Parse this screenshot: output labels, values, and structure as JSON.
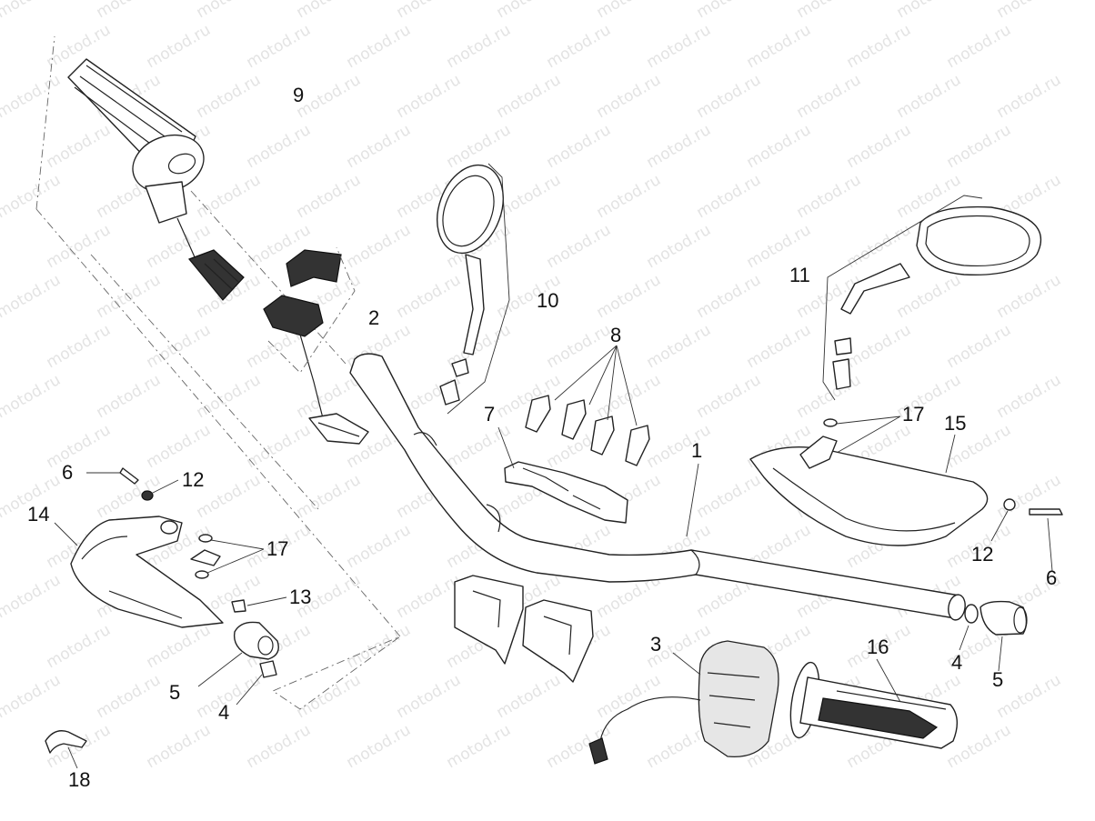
{
  "watermark": {
    "text": "motod.ru"
  },
  "colors": {
    "line": "#222222",
    "background": "#ffffff",
    "watermark": "#e3e3e3"
  },
  "labels": [
    {
      "id": "lbl-9",
      "text": "9",
      "part": "throttle-grip"
    },
    {
      "id": "lbl-2",
      "text": "2",
      "part": "left-switch-housing"
    },
    {
      "id": "lbl-10",
      "text": "10",
      "part": "left-mirror"
    },
    {
      "id": "lbl-8",
      "text": "8",
      "part": "clamp-screws"
    },
    {
      "id": "lbl-11",
      "text": "11",
      "part": "right-mirror"
    },
    {
      "id": "lbl-17a",
      "text": "17",
      "part": "washer"
    },
    {
      "id": "lbl-15",
      "text": "15",
      "part": "right-hand-guard"
    },
    {
      "id": "lbl-7",
      "text": "7",
      "part": "upper-clamp"
    },
    {
      "id": "lbl-1",
      "text": "1",
      "part": "handlebar"
    },
    {
      "id": "lbl-6a",
      "text": "6",
      "part": "bolt"
    },
    {
      "id": "lbl-12a",
      "text": "12",
      "part": "spacer"
    },
    {
      "id": "lbl-14",
      "text": "14",
      "part": "left-hand-guard"
    },
    {
      "id": "lbl-17b",
      "text": "17",
      "part": "washer"
    },
    {
      "id": "lbl-13",
      "text": "13",
      "part": "screw"
    },
    {
      "id": "lbl-5a",
      "text": "5",
      "part": "bar-end-weight"
    },
    {
      "id": "lbl-4a",
      "text": "4",
      "part": "bar-end-insert"
    },
    {
      "id": "lbl-3",
      "text": "3",
      "part": "right-switch-housing"
    },
    {
      "id": "lbl-16",
      "text": "16",
      "part": "left-grip"
    },
    {
      "id": "lbl-12b",
      "text": "12",
      "part": "spacer"
    },
    {
      "id": "lbl-6b",
      "text": "6",
      "part": "bolt"
    },
    {
      "id": "lbl-4b",
      "text": "4",
      "part": "bar-end-insert"
    },
    {
      "id": "lbl-5b",
      "text": "5",
      "part": "bar-end-weight"
    },
    {
      "id": "lbl-18",
      "text": "18",
      "part": "cable-clip"
    }
  ]
}
